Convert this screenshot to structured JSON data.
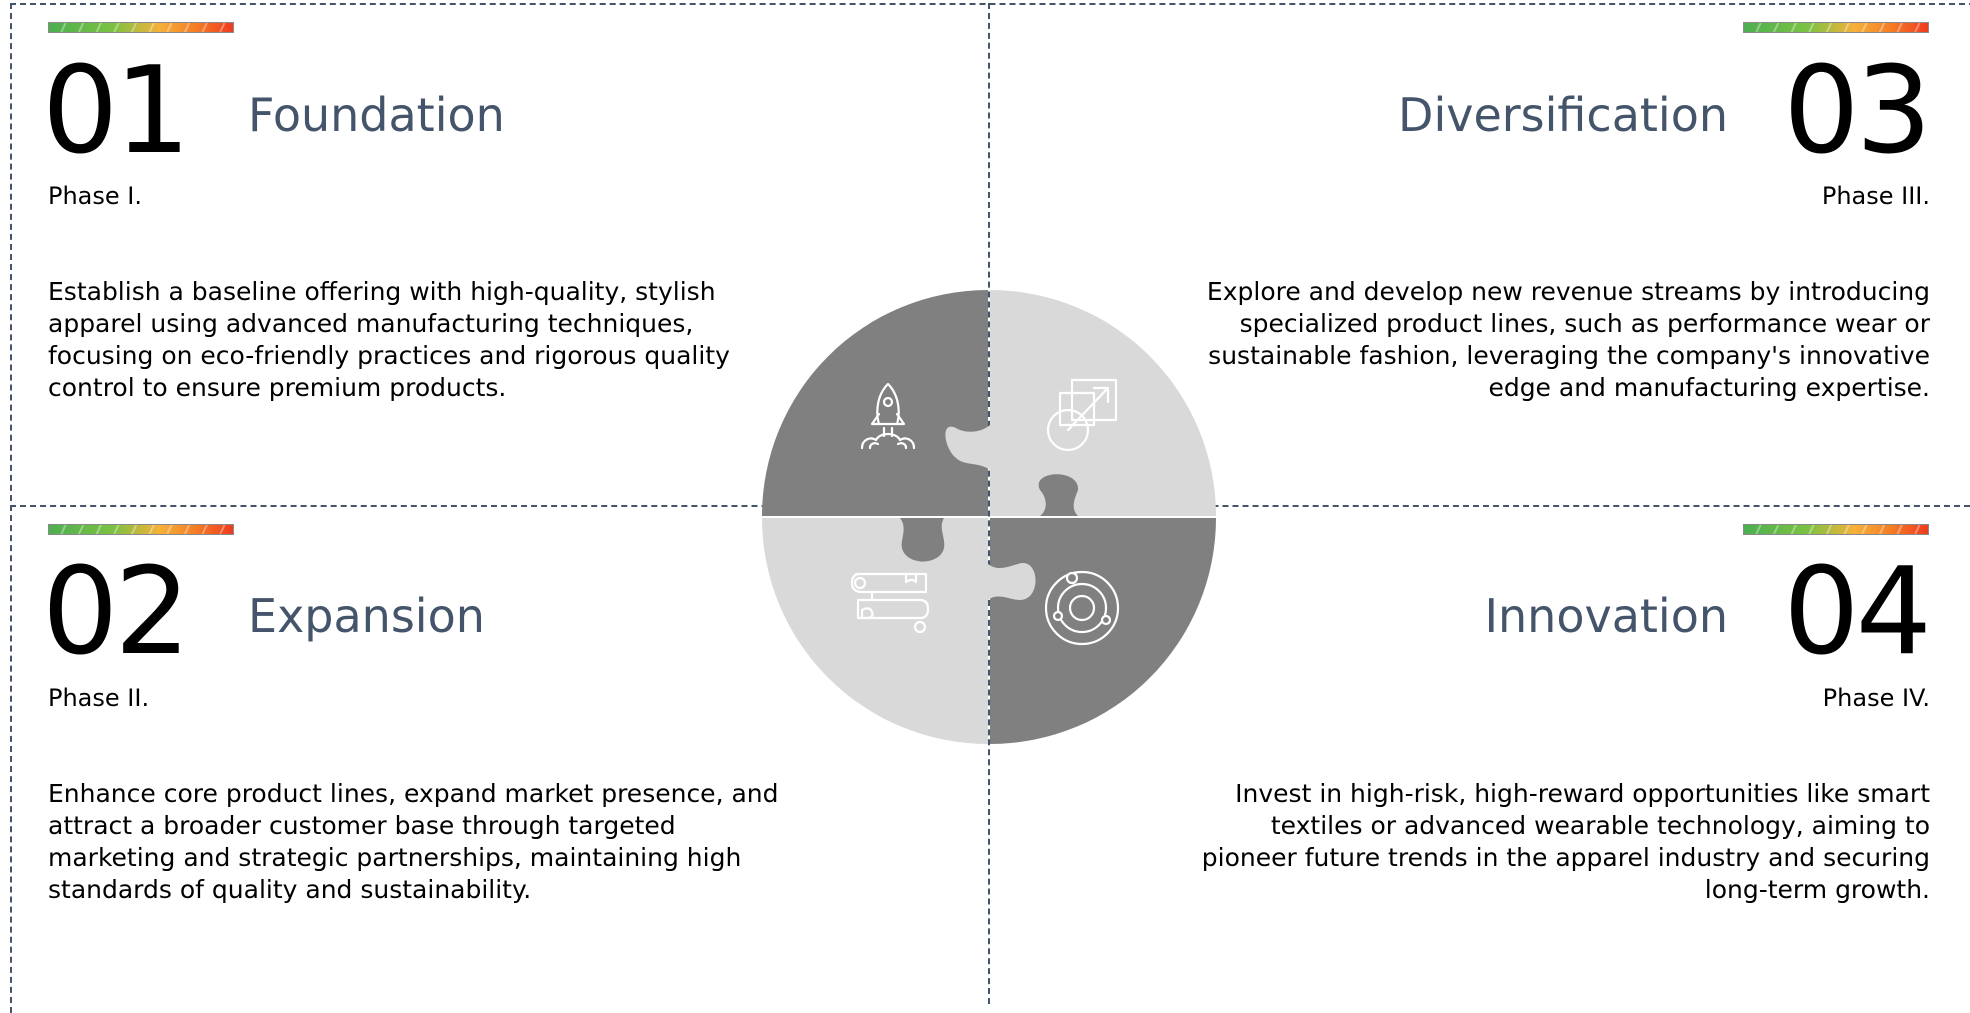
{
  "phases": [
    {
      "number": "01",
      "title": "Foundation",
      "phase_label": "Phase I.",
      "description": "Establish a baseline offering with high-quality, stylish apparel using advanced manufacturing techniques, focusing on eco-friendly practices and rigorous quality control to ensure premium products.",
      "icon": "rocket-icon"
    },
    {
      "number": "02",
      "title": "Expansion",
      "phase_label": "Phase II.",
      "description": "Enhance core product lines, expand market presence, and attract a broader customer base through targeted marketing and strategic partnerships, maintaining high standards of quality and sustainability.",
      "icon": "puzzle-path-icon"
    },
    {
      "number": "03",
      "title": "Diversification",
      "phase_label": "Phase III.",
      "description": "Explore and develop new revenue streams by introducing specialized product lines, such as performance wear or sustainable fashion, leveraging the company's innovative edge and manufacturing expertise.",
      "icon": "scale-shapes-icon"
    },
    {
      "number": "04",
      "title": "Innovation",
      "phase_label": "Phase IV.",
      "description": "Invest in high-risk, high-reward opportunities like smart textiles or advanced wearable technology, aiming to pioneer future trends in the apparel industry and securing long-term growth.",
      "icon": "orbit-icon"
    }
  ],
  "colors": {
    "title": "#44546a",
    "divider": "#44546a",
    "puzzle_dark": "#808080",
    "puzzle_light": "#d9d9d9"
  }
}
